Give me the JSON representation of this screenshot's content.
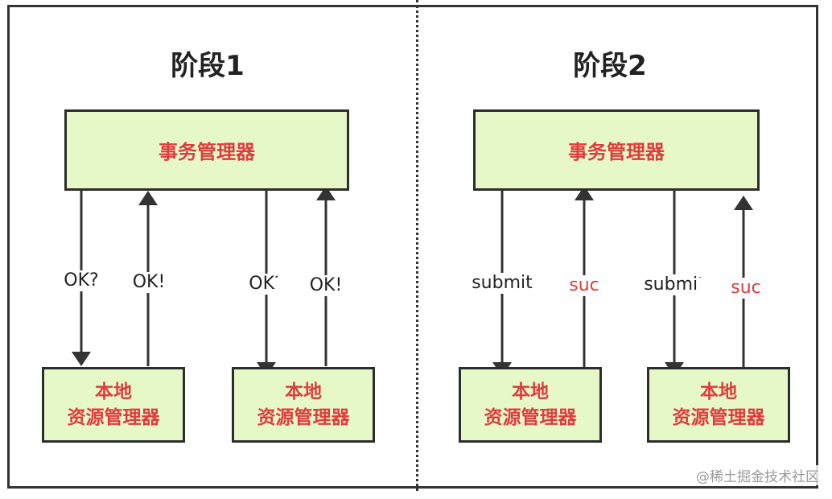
{
  "phase1": {
    "title": "阶段1",
    "tm_label": "事务管理器",
    "rm_left": {
      "line1": "本地",
      "line2": "资源管理器"
    },
    "rm_right": {
      "line1": "本地",
      "line2": "资源管理器"
    },
    "arrow_labels": [
      "OK?",
      "OK!",
      "OK?",
      "OK!"
    ]
  },
  "phase2": {
    "title": "阶段2",
    "tm_label": "事务管理器",
    "rm_left": {
      "line1": "本地",
      "line2": "资源管理器"
    },
    "rm_right": {
      "line1": "本地",
      "line2": "资源管理器"
    },
    "arrow_labels": [
      "submit",
      "suc",
      "submit",
      "suc"
    ]
  },
  "watermark": "@稀土掘金技术社区",
  "colors": {
    "box_fill": "#e6f7c8",
    "box_text": "#e03c3c",
    "line": "#333333"
  }
}
